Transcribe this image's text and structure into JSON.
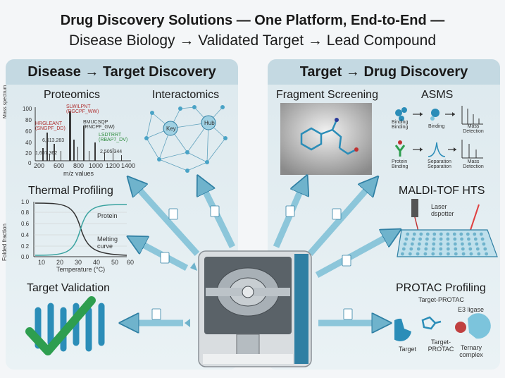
{
  "title_line1": "Drug Discovery Solutions — One Platform, End-to-End —",
  "title_line2": "Disease Biology → Validated Target → Lead Compound",
  "left_panel": {
    "header": "Disease → Target Discovery",
    "proteomics": {
      "label": "Proteomics",
      "y_axis": "Mass spectrum",
      "x_axis": "m/z values",
      "y_ticks": [
        "100",
        "80",
        "60",
        "40",
        "20",
        "0"
      ],
      "x_ticks": [
        "200",
        "600",
        "800",
        "1000",
        "1200",
        "1400"
      ],
      "peptides": [
        "HRGLEANT (SNGPF_DD)",
        "SLWILPNT (RGCPF_WW)",
        "BMUCSQP (RNCPF_GW)",
        "LSDTRRT (RBAP7_DV)"
      ],
      "masses": [
        "6,513.283",
        "1,607.362",
        "2,505.344"
      ]
    },
    "interactomics": {
      "label": "Interactomics",
      "node1": "Key",
      "node2": "Hub"
    },
    "thermal": {
      "label": "Thermal Profiling",
      "y_axis": "Folded fraction",
      "x_axis": "Temperature (°C)",
      "y_ticks": [
        "1.0",
        "0.8",
        "0.6",
        "0.4",
        "0.2",
        "0.0"
      ],
      "x_ticks": [
        "10",
        "20",
        "30",
        "40",
        "50",
        "60"
      ],
      "curve1": "Protein",
      "curve2": "Melting curve"
    },
    "validation": {
      "label": "Target Validation"
    }
  },
  "right_panel": {
    "header": "Target → Drug Discovery",
    "fragment": {
      "label": "Fragment Screening"
    },
    "asms": {
      "label": "ASMS",
      "row1": [
        "Binding Binding",
        "Binding",
        "Mass Detection"
      ],
      "row2": [
        "Protein Binding",
        "Separation Separation",
        "Mass Detection"
      ]
    },
    "maldi": {
      "label": "MALDI-TOF HTS",
      "laser": "Laser dspotter"
    },
    "protac": {
      "label": "PROTAC Profiling",
      "tp_top": "Target-PROTAC",
      "e3": "E3 ligase",
      "target": "Target",
      "tp_bottom": "Target-PROTAC",
      "ternary": "Ternary complex"
    }
  },
  "colors": {
    "arrow": "#6fb3cc",
    "arrow_dark": "#2f7fa3",
    "panel": "#dde9ee",
    "accent_green": "#2e9e4f",
    "protein_blue": "#2b8db8"
  },
  "icons": [
    "document-icon",
    "mass-spectrometer-icon",
    "checkmark-icon"
  ]
}
